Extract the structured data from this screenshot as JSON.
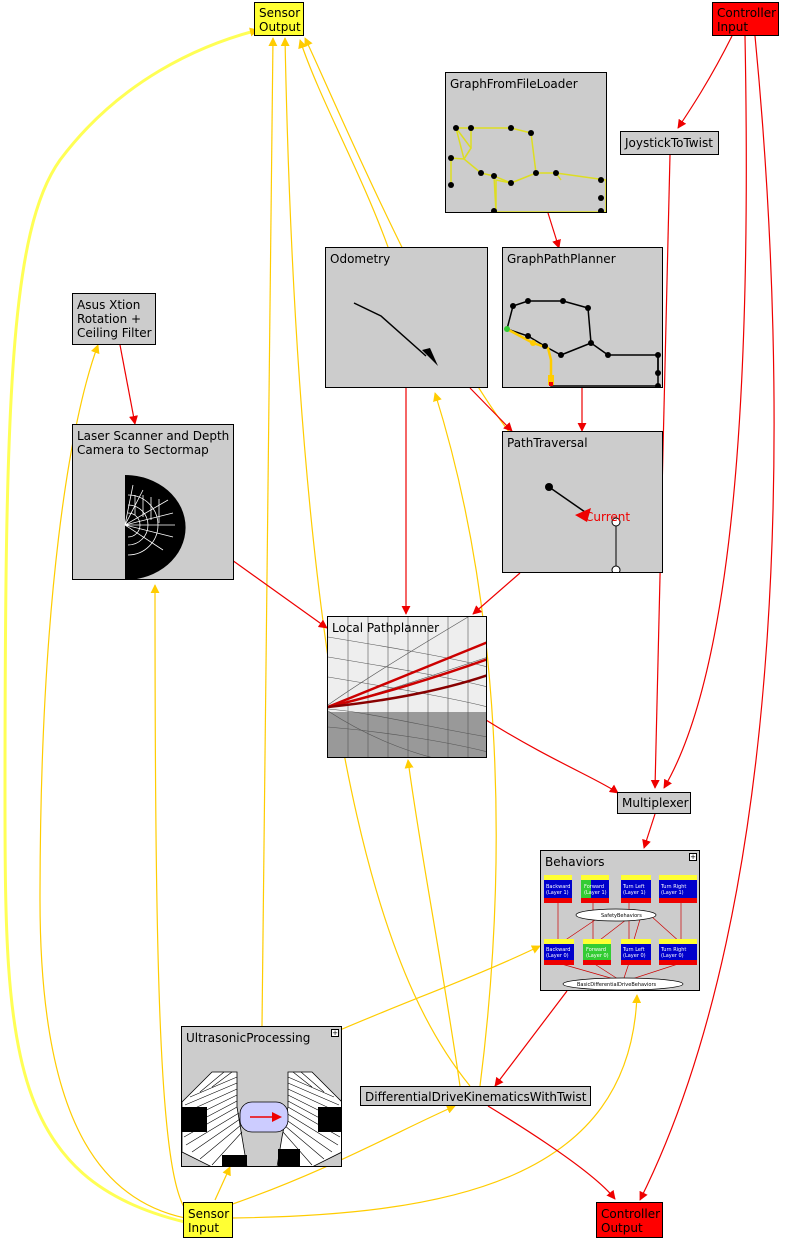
{
  "nodes": {
    "sensor_output": "Sensor\nOutput",
    "controller_input": "Controller\nInput",
    "graph_from_file_loader": "GraphFromFileLoader",
    "joystick_to_twist": "JoystickToTwist",
    "odometry": "Odometry",
    "graph_path_planner": "GraphPathPlanner",
    "asus_xtion": "Asus Xtion\nRotation +\nCeiling Filter",
    "laser_scanner": "Laser Scanner and Depth\nCamera to Sectormap",
    "path_traversal": "PathTraversal",
    "path_traversal_current": "Current",
    "local_pathplanner": "Local Pathplanner",
    "multiplexer": "Multiplexer",
    "behaviors": "Behaviors",
    "ultrasonic_processing": "UltrasonicProcessing",
    "differential_drive": "DifferentialDriveKinematicsWithTwist",
    "sensor_input": "Sensor\nInput",
    "controller_output": "Controller\nOutput"
  },
  "behaviors": {
    "layer1": [
      "Backward\n(Layer 1)",
      "Forward\n(Layer 1)",
      "Turn Left\n(Layer 1)",
      "Turn Right\n(Layer 1)"
    ],
    "layer0": [
      "Backward\n(Layer 0)",
      "Forward\n(Layer 0)",
      "Turn Left\n(Layer 0)",
      "Turn Right\n(Layer 0)"
    ],
    "safety": "SafetyBehaviors",
    "basic": "BasicDifferentialDriveBehaviors"
  },
  "colors": {
    "sensor_edge": "#ffcc00",
    "sensor_edge_bright": "#ffff55",
    "control_edge": "#ee0000",
    "node_gray": "#cccccc",
    "sensor_node": "#ffff33",
    "controller_node": "#ff0000"
  }
}
